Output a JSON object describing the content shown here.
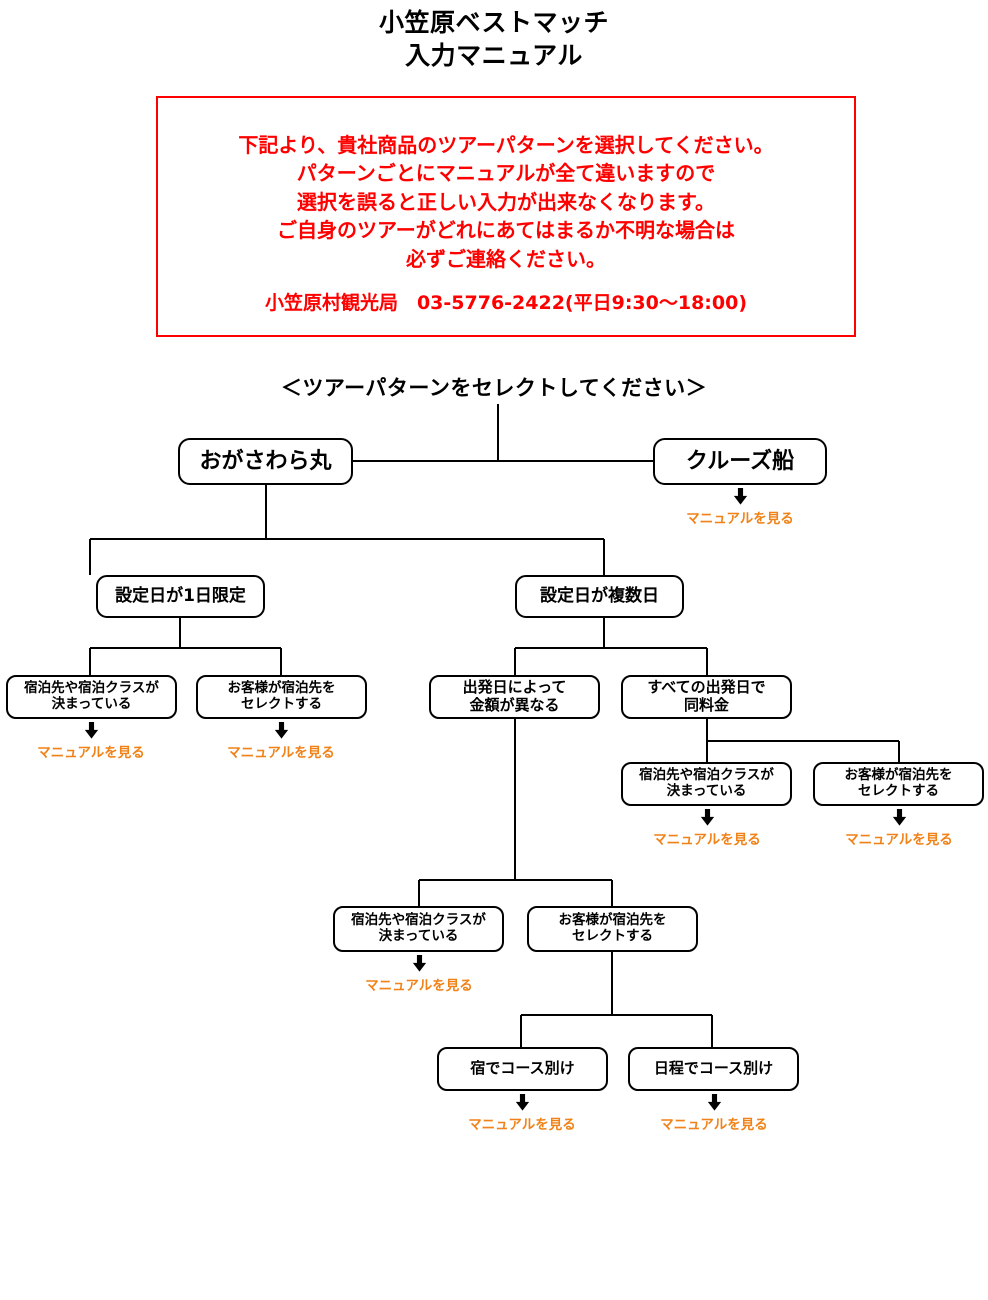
{
  "title": {
    "line1": "小笠原ベストマッチ",
    "line2": "入力マニュアル"
  },
  "notice": {
    "line1": "下記より、貴社商品のツアーパターンを選択してください。",
    "line2": "パターンごとにマニュアルが全て違いますので",
    "line3": "選択を誤ると正しい入力が出来なくなります。",
    "line4": "ご自身のツアーがどれにあてはまるか不明な場合は",
    "line5": "必ずご連絡ください。",
    "contact": "小笠原村観光局　03-5776-2422(平日9:30〜18:00)",
    "border_color": "#ff0000",
    "text_color": "#ff0000"
  },
  "select_heading": "＜ツアーパターンをセレクトしてください＞",
  "link_color": "#f08218",
  "manual_label": "マニュアルを見る",
  "nodes": {
    "ogasawara_maru": "おがさわら丸",
    "cruise_ship": "クルーズ船",
    "single_day": "設定日が1日限定",
    "multi_day": "設定日が複数日",
    "l1_fixed": "宿泊先や宿泊クラスが\n決まっている",
    "l1_select": "お客様が宿泊先を\nセレクトする",
    "price_varies": "出発日によって\n金額が異なる",
    "price_same": "すべての出発日で\n同料金",
    "r1_fixed": "宿泊先や宿泊クラスが\n決まっている",
    "r1_select": "お客様が宿泊先を\nセレクトする",
    "m1_fixed": "宿泊先や宿泊クラスが\n決まっている",
    "m1_select": "お客様が宿泊先を\nセレクトする",
    "course_by_inn": "宿でコース別け",
    "course_by_schedule": "日程でコース別け"
  },
  "manual_links": {
    "cruise": "マニュアルを見る",
    "l1_fixed": "マニュアルを見る",
    "l1_select": "マニュアルを見る",
    "r1_fixed": "マニュアルを見る",
    "r1_select": "マニュアルを見る",
    "m1_fixed": "マニュアルを見る",
    "course_by_inn": "マニュアルを見る",
    "course_by_schedule": "マニュアルを見る"
  }
}
